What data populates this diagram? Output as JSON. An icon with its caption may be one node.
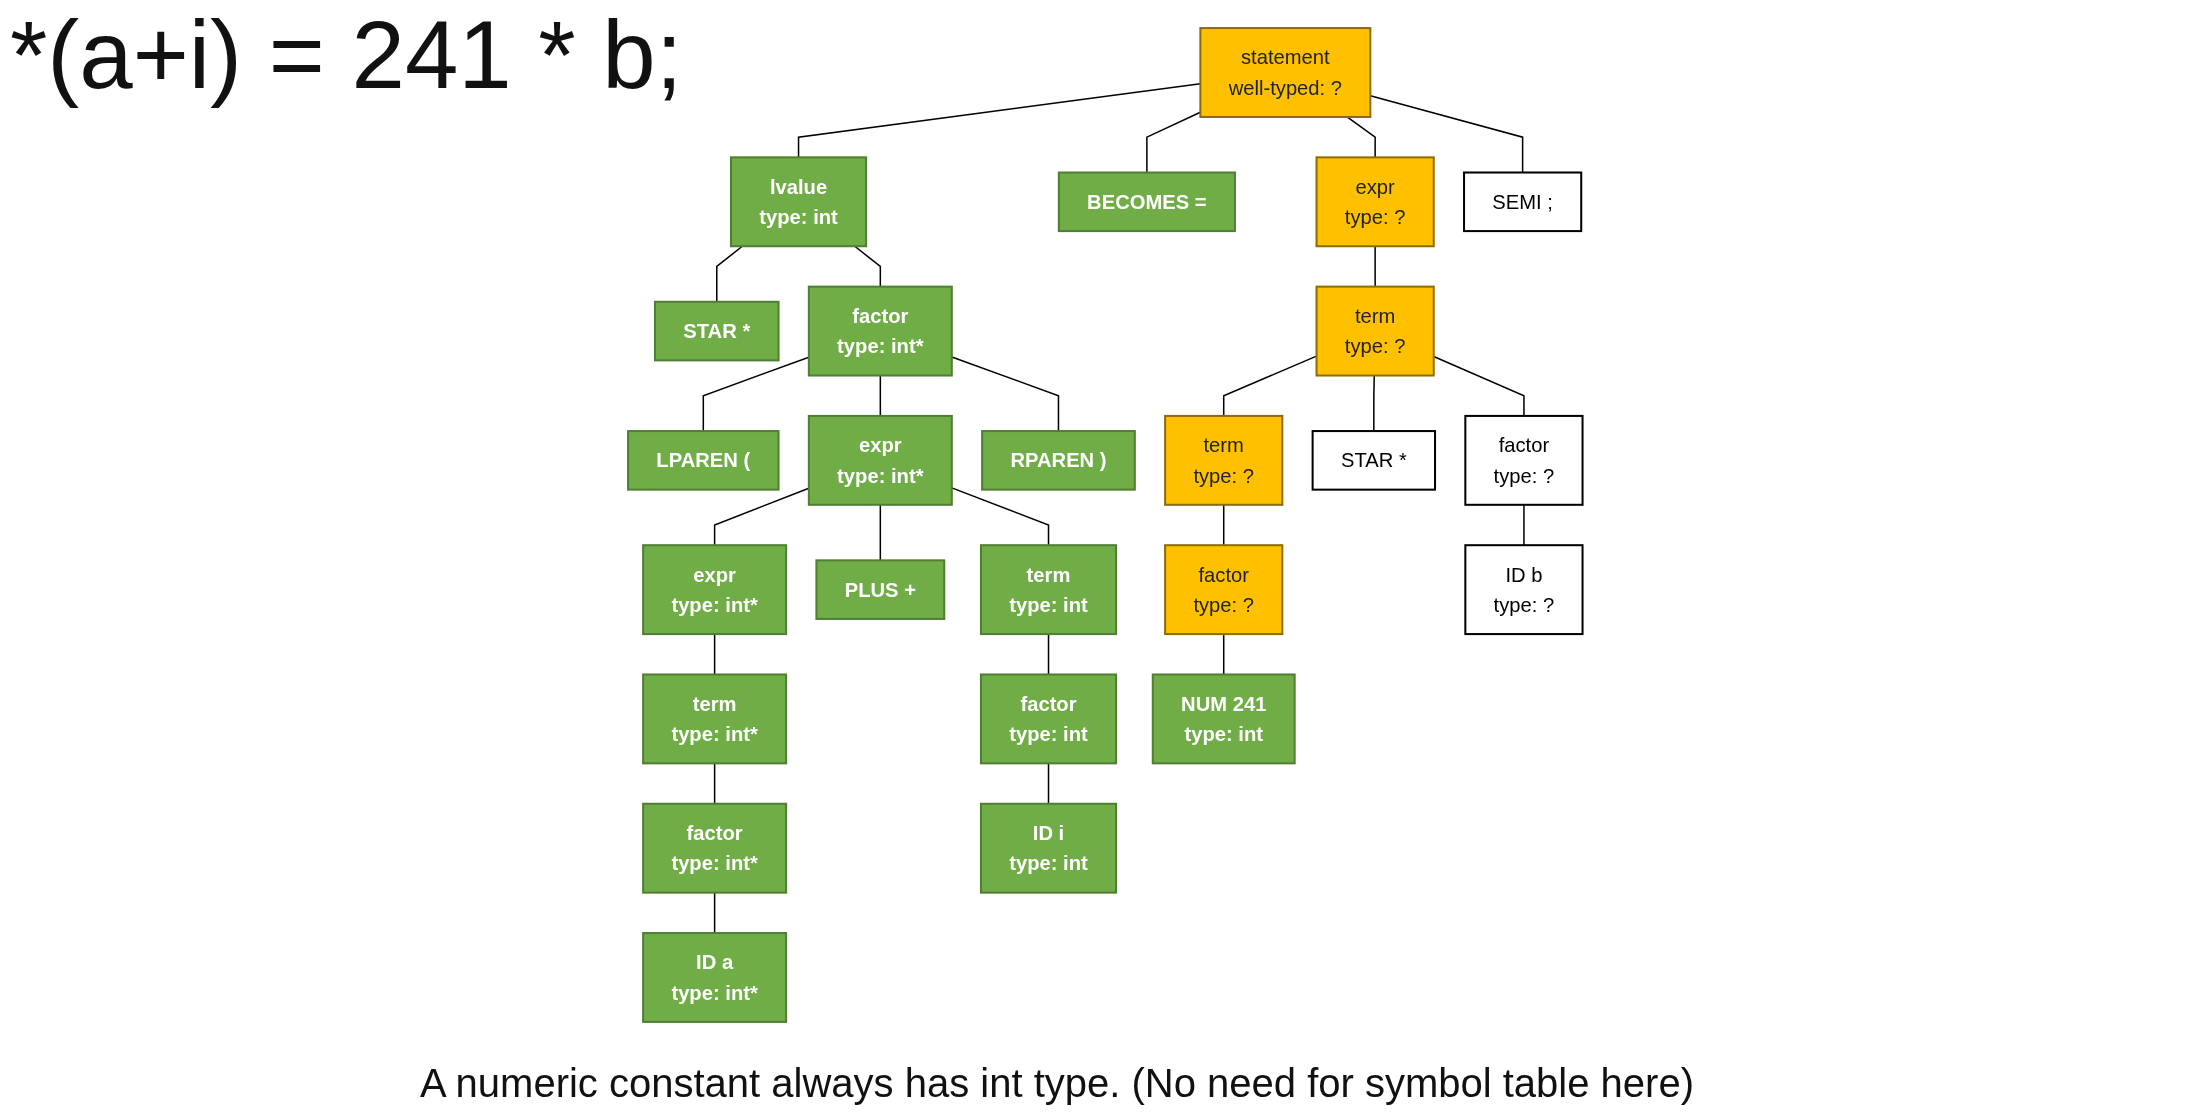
{
  "diagram": {
    "title": "*(a+i) = 241 * b;",
    "caption": "A numeric constant always has int type. (No need for symbol table here)",
    "nodes": [
      {
        "text": [
          "statement",
          "well-typed: ?"
        ]
      },
      {
        "text": [
          "lvalue",
          "type: int"
        ]
      },
      {
        "text": [
          "BECOMES ="
        ]
      },
      {
        "text": [
          "expr",
          "type: ?"
        ]
      },
      {
        "text": [
          "SEMI ;"
        ]
      },
      {
        "text": [
          "STAR *"
        ]
      },
      {
        "text": [
          "factor",
          "type: int*"
        ]
      },
      {
        "text": [
          "term",
          "type: ?"
        ]
      },
      {
        "text": [
          "LPAREN ("
        ]
      },
      {
        "text": [
          "expr",
          "type: int*"
        ]
      },
      {
        "text": [
          "RPAREN )"
        ]
      },
      {
        "text": [
          "term",
          "type: ?"
        ]
      },
      {
        "text": [
          "STAR *"
        ]
      },
      {
        "text": [
          "factor",
          "type: ?"
        ]
      },
      {
        "text": [
          "expr",
          "type: int*"
        ]
      },
      {
        "text": [
          "PLUS +"
        ]
      },
      {
        "text": [
          "term",
          "type: int"
        ]
      },
      {
        "text": [
          "factor",
          "type: ?"
        ]
      },
      {
        "text": [
          "ID b",
          "type: ?"
        ]
      },
      {
        "text": [
          "term",
          "type: int*"
        ]
      },
      {
        "text": [
          "factor",
          "type: int"
        ]
      },
      {
        "text": [
          "NUM 241",
          "type: int"
        ]
      },
      {
        "text": [
          "factor",
          "type: int*"
        ]
      },
      {
        "text": [
          "ID i",
          "type: int"
        ]
      },
      {
        "text": [
          "ID a",
          "type: int*"
        ]
      }
    ],
    "edges": [
      {
        "from": 0,
        "to": 1,
        "arrow": "none"
      },
      {
        "from": 0,
        "to": 2,
        "arrow": "none"
      },
      {
        "from": 0,
        "to": 3,
        "arrow": "none"
      },
      {
        "from": 0,
        "to": 4,
        "arrow": "none"
      },
      {
        "from": 1,
        "to": 5,
        "arrow": "none"
      },
      {
        "from": 1,
        "to": 6,
        "arrow": "none"
      },
      {
        "from": 3,
        "to": 7,
        "arrow": "none"
      },
      {
        "from": 6,
        "to": 8,
        "arrow": "none"
      },
      {
        "from": 6,
        "to": 9,
        "arrow": "none"
      },
      {
        "from": 6,
        "to": 10,
        "arrow": "none"
      },
      {
        "from": 7,
        "to": 11,
        "arrow": "none"
      },
      {
        "from": 7,
        "to": 12,
        "arrow": "none"
      },
      {
        "from": 7,
        "to": 13,
        "arrow": "none"
      },
      {
        "from": 9,
        "to": 14,
        "arrow": "none"
      },
      {
        "from": 9,
        "to": 15,
        "arrow": "none"
      },
      {
        "from": 9,
        "to": 16,
        "arrow": "none"
      },
      {
        "from": 11,
        "to": 17,
        "arrow": "none"
      },
      {
        "from": 13,
        "to": 18,
        "arrow": "none"
      },
      {
        "from": 14,
        "to": 19,
        "arrow": "none"
      },
      {
        "from": 16,
        "to": 20,
        "arrow": "none"
      },
      {
        "from": 17,
        "to": 21,
        "arrow": "none"
      },
      {
        "from": 19,
        "to": 22,
        "arrow": "none"
      },
      {
        "from": 20,
        "to": 23,
        "arrow": "none"
      },
      {
        "from": 22,
        "to": 24,
        "arrow": "none"
      }
    ]
  }
}
